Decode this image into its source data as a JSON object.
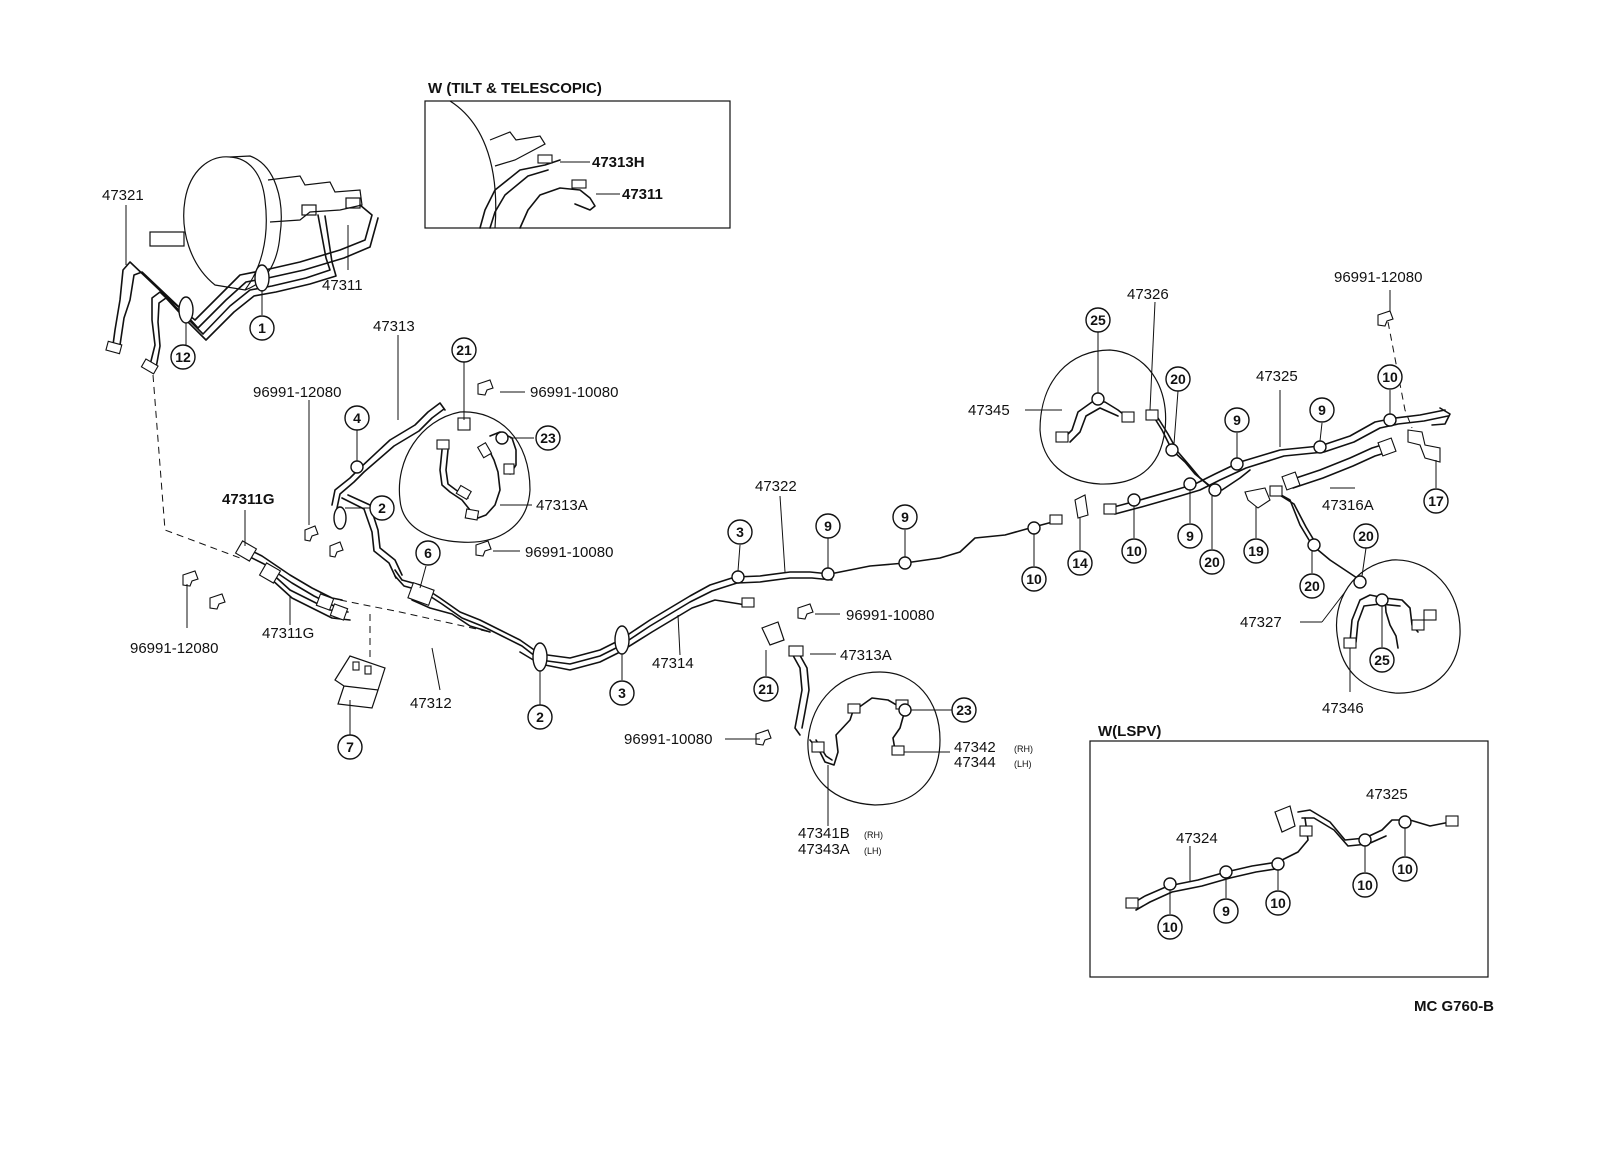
{
  "insets": {
    "tilt_title": "W (TILT & TELESCOPIC)",
    "lspv_title": "W(LSPV)"
  },
  "drawing_code": "MC G760-B",
  "part_labels": {
    "p47321": "47321",
    "p47311_top": "47311",
    "p47313": "47313",
    "p96991_12080_a": "96991-12080",
    "p96991_10080_a": "96991-10080",
    "p47313A_a": "47313A",
    "p96991_10080_b": "96991-10080",
    "p47311G_a": "47311G",
    "p47311G_b": "47311G",
    "p96991_12080_b": "96991-12080",
    "p47312": "47312",
    "p47322": "47322",
    "p47314": "47314",
    "p96991_10080_c": "96991-10080",
    "p47313A_b": "47313A",
    "p96991_10080_d": "96991-10080",
    "p47342": "47342",
    "p47342_side": "(RH)",
    "p47344": "47344",
    "p47344_side": "(LH)",
    "p47341B": "47341B",
    "p47341B_side": "(RH)",
    "p47343A": "47343A",
    "p47343A_side": "(LH)",
    "p47345": "47345",
    "p47326": "47326",
    "p47325": "47325",
    "p96991_12080_c": "96991-12080",
    "p47316A": "47316A",
    "p47327": "47327",
    "p47346": "47346",
    "p47313H_inset": "47313H",
    "p47311_inset": "47311",
    "p47324_inset": "47324",
    "p47325_inset": "47325"
  },
  "callouts": {
    "c1": "1",
    "c12": "12",
    "c4": "4",
    "c2a": "2",
    "c21a": "21",
    "c23a": "23",
    "c6": "6",
    "c7": "7",
    "c2b": "2",
    "c3a": "3",
    "c3b": "3",
    "c9a": "9",
    "c9b": "9",
    "c21b": "21",
    "c23b": "23",
    "c10a": "10",
    "c14": "14",
    "c10b": "10",
    "c25a": "25",
    "c20a": "20",
    "c9c": "9",
    "c9d": "9",
    "c9e": "9",
    "c20b": "20",
    "c19": "19",
    "c10c": "10",
    "c17": "17",
    "c20c": "20",
    "c20d": "20",
    "c25b": "25",
    "c10i1": "10",
    "c9i1": "9",
    "c10i2": "10",
    "c10i3": "10",
    "c10i4": "10"
  }
}
